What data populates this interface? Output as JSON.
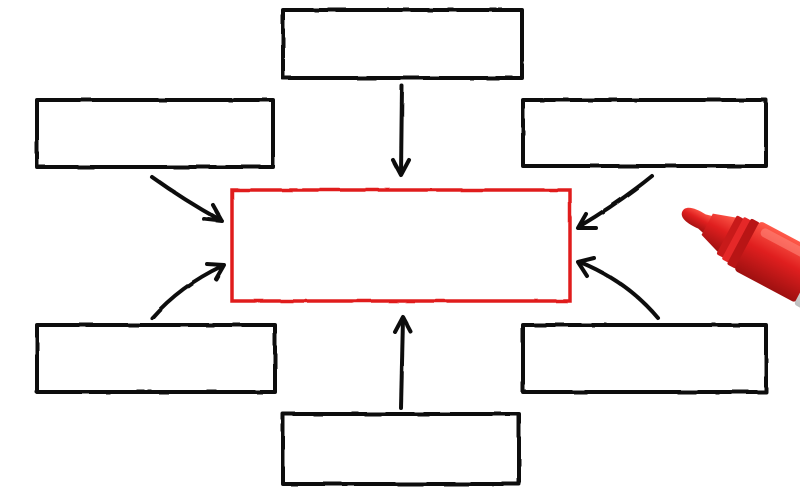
{
  "diagram": {
    "style": "hand-drawn flowchart on white paper",
    "ink_color": "#111111",
    "accent_color": "#e01f1f",
    "background_color": "#ffffff",
    "center_box": {
      "label": "",
      "stroke_color": "#e01f1f"
    },
    "boxes": [
      {
        "id": "top",
        "label": ""
      },
      {
        "id": "upper-left",
        "label": ""
      },
      {
        "id": "upper-right",
        "label": ""
      },
      {
        "id": "lower-left",
        "label": ""
      },
      {
        "id": "lower-right",
        "label": ""
      },
      {
        "id": "bottom",
        "label": ""
      }
    ],
    "arrows": [
      {
        "from": "top",
        "to": "center"
      },
      {
        "from": "upper-left",
        "to": "center"
      },
      {
        "from": "upper-right",
        "to": "center"
      },
      {
        "from": "lower-left",
        "to": "center"
      },
      {
        "from": "lower-right",
        "to": "center"
      },
      {
        "from": "bottom",
        "to": "center"
      }
    ],
    "marker": {
      "icon": "red-marker-pen-icon",
      "color": "#e01f1f"
    }
  }
}
